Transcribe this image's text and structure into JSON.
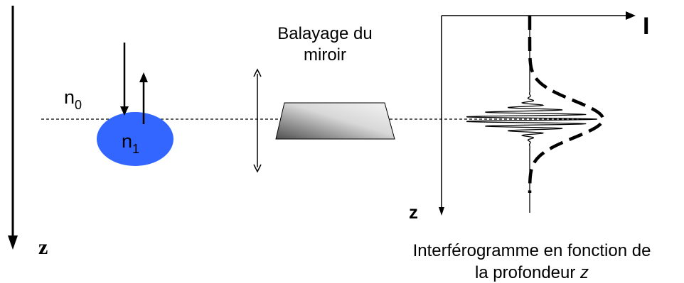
{
  "left_axis": {
    "label": "z"
  },
  "medium": {
    "outer_index": "n",
    "outer_index_sub": "0",
    "inner_index": "n",
    "inner_index_sub": "1",
    "color": "#3366ff"
  },
  "mirror": {
    "caption_line1": "Balayage du",
    "caption_line2": "miroir"
  },
  "interferogram": {
    "x_axis_label": "I",
    "y_axis_label": "z",
    "caption_line1": "Interférogramme en fonction de",
    "caption_line2_prefix": "la profondeur ",
    "caption_line2_var": "z"
  }
}
